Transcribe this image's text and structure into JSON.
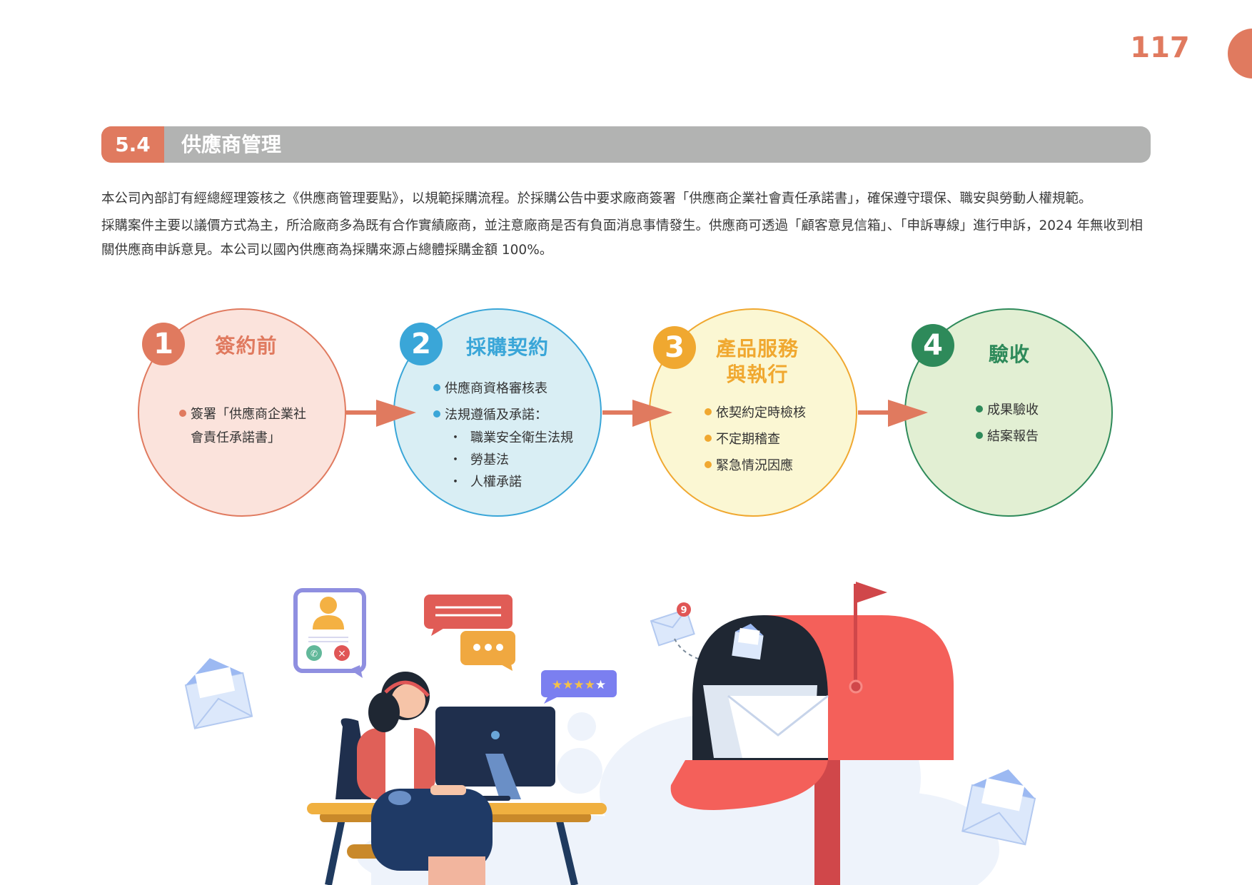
{
  "page_number": "117",
  "section": {
    "number": "5.4",
    "title": "供應商管理"
  },
  "paragraphs": [
    "本公司內部訂有經總經理簽核之《供應商管理要點》，以規範採購流程。於採購公告中要求廠商簽署「供應商企業社會責任承諾書」，確保遵守環保、職安與勞動人權規範。",
    "採購案件主要以議價方式為主，所洽廠商多為既有合作實績廠商，並注意廠商是否有負面消息事情發生。供應商可透過「顧客意見信箱」、「申訴專線」進行申訴，2024 年無收到相關供應商申訴意見。本公司以國內供應商為採購來源占總體採購金額 100%。"
  ],
  "steps": [
    {
      "number": "1",
      "title": "簽約前",
      "items": [
        "簽署「供應商企業社",
        "會責任承諾書」"
      ],
      "color": "#e07a5f",
      "fill": "#fbe3dc"
    },
    {
      "number": "2",
      "title": "採購契約",
      "items": [
        "供應商資格審核表",
        "法規遵循及承諾："
      ],
      "subitems": [
        "職業安全衛生法規",
        "勞基法",
        "人權承諾"
      ],
      "color": "#3aa6d8",
      "fill": "#d9eef4"
    },
    {
      "number": "3",
      "title_line1": "產品服務",
      "title_line2": "與執行",
      "items": [
        "依契約定時檢核",
        "不定期稽查",
        "緊急情況因應"
      ],
      "color": "#f0a830",
      "fill": "#fbf7d3"
    },
    {
      "number": "4",
      "title": "驗收",
      "items": [
        "成果驗收",
        "結案報告"
      ],
      "color": "#2e8a5a",
      "fill": "#e2efd3"
    }
  ],
  "illustration": {
    "notification_count": "9"
  },
  "colors": {
    "accent": "#e07a5f",
    "bar_gray": "#b2b3b2",
    "mailbox_red": "#f4605a"
  }
}
